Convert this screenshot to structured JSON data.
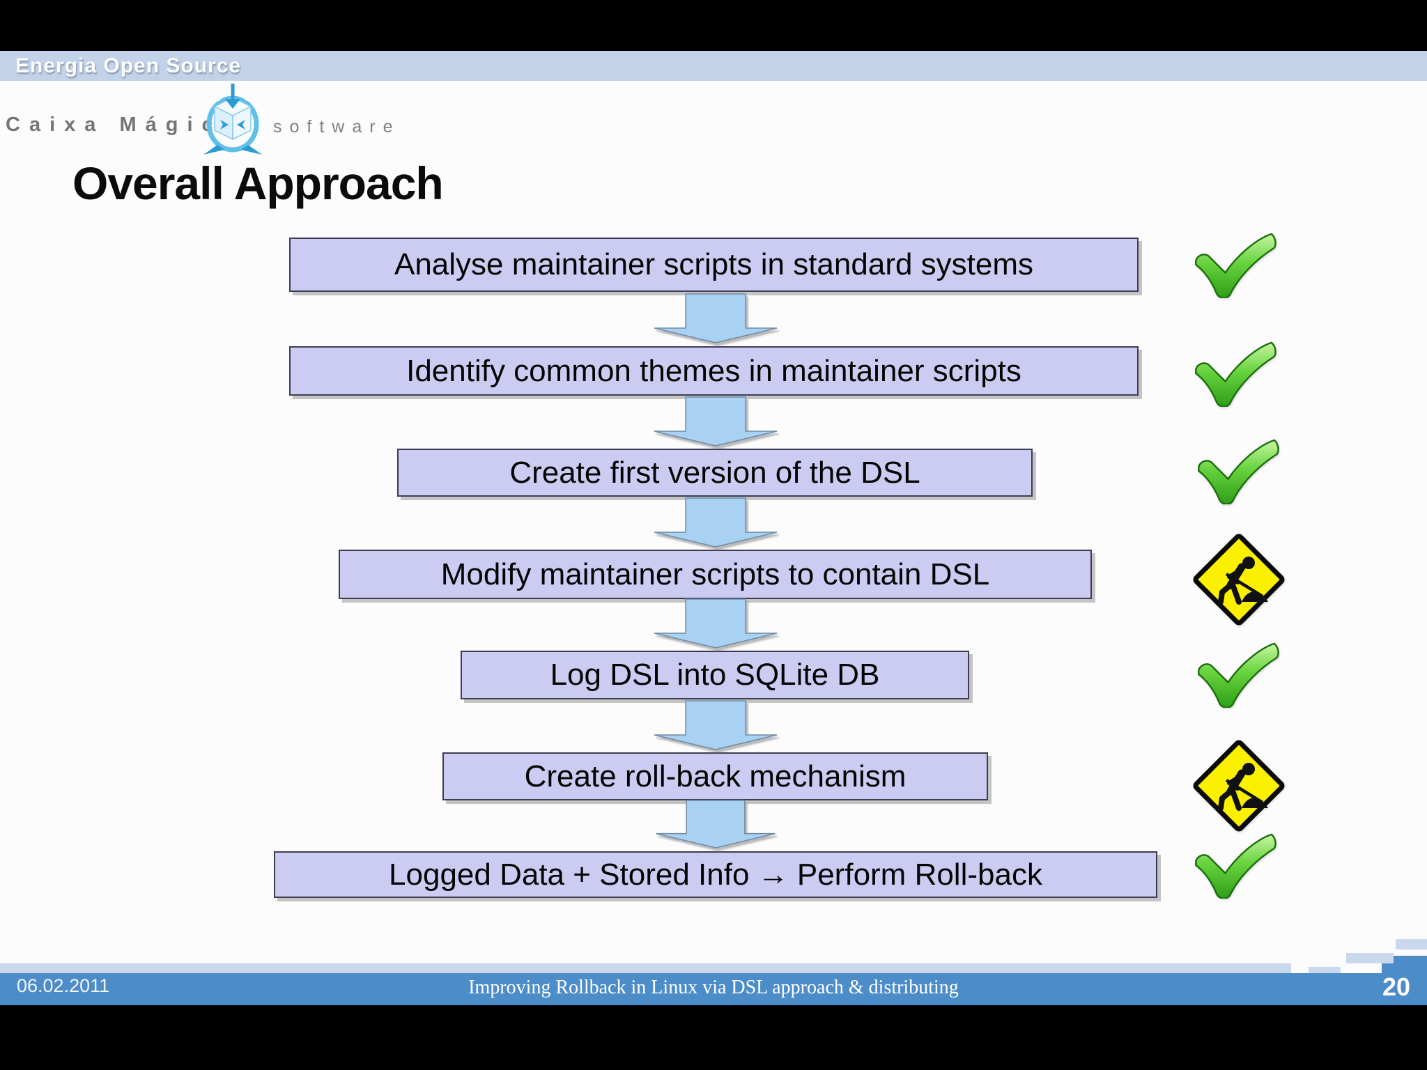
{
  "slide": {
    "banner": "Energia Open Source",
    "brand": {
      "left_text": "Caixa Mágica",
      "right_text": "software",
      "logo": "caixa-magica-cube-logo"
    },
    "title": "Overall Approach",
    "steps": [
      {
        "label": "Analyse maintainer scripts in standard systems",
        "status": "done"
      },
      {
        "label": "Identify common themes in maintainer scripts",
        "status": "done"
      },
      {
        "label": "Create first version of the DSL",
        "status": "done"
      },
      {
        "label": "Modify maintainer scripts to contain DSL",
        "status": "in-progress"
      },
      {
        "label": "Log DSL into SQLite DB",
        "status": "done"
      },
      {
        "label": "Create roll-back mechanism",
        "status": "in-progress"
      },
      {
        "label": "Logged Data + Stored Info → Perform Roll-back",
        "status": "done"
      }
    ],
    "status_icons": {
      "done": "green-check-icon",
      "in_progress": "under-construction-icon"
    },
    "footer": {
      "date": "06.02.2011",
      "title": "Improving Rollback in Linux via DSL approach & distributing",
      "page": "20"
    },
    "colors": {
      "box_fill": "#ccccf2",
      "box_border": "#3d3d52",
      "arrow_fill": "#a9d1f1",
      "arrow_border": "#6f8ba6",
      "banner_bar": "#c2d2e9",
      "footer_bar": "#4c8cc8",
      "footer_accent": "#c9d8ed",
      "check_green": "#3fae23",
      "sign_yellow": "#fbf000"
    }
  }
}
